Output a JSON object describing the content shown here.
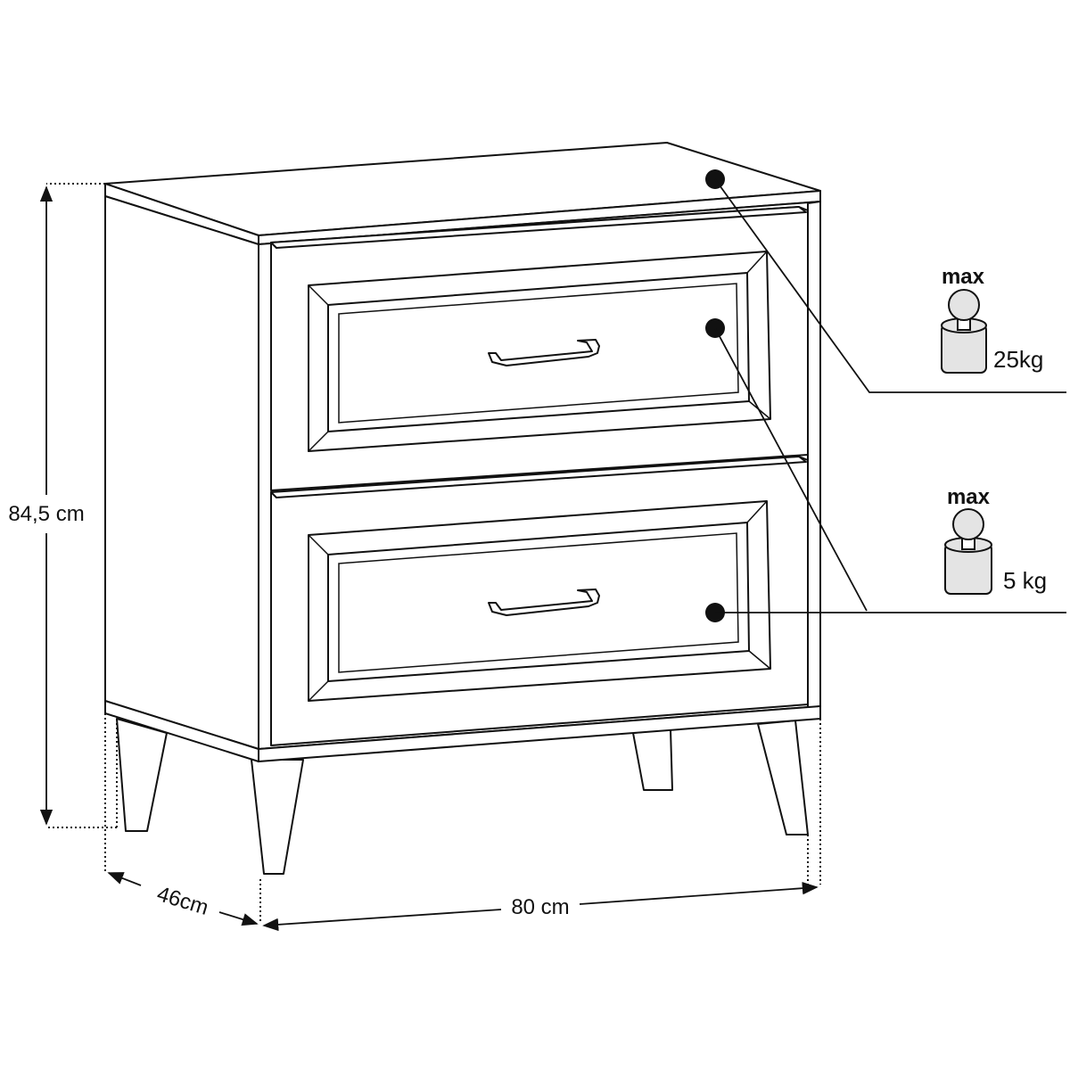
{
  "dimensions": {
    "height": "84,5 cm",
    "depth": "46cm",
    "width": "80 cm"
  },
  "load_limits": [
    {
      "label": "max",
      "value": "25kg",
      "target": "top-surface"
    },
    {
      "label": "max",
      "value": "5 kg",
      "target": "drawer"
    }
  ],
  "icons": {
    "weight": "weight-icon",
    "marker": "load-point-marker"
  },
  "colors": {
    "line": "#111111",
    "weight_fill": "#e4e4e4",
    "background": "#ffffff"
  }
}
